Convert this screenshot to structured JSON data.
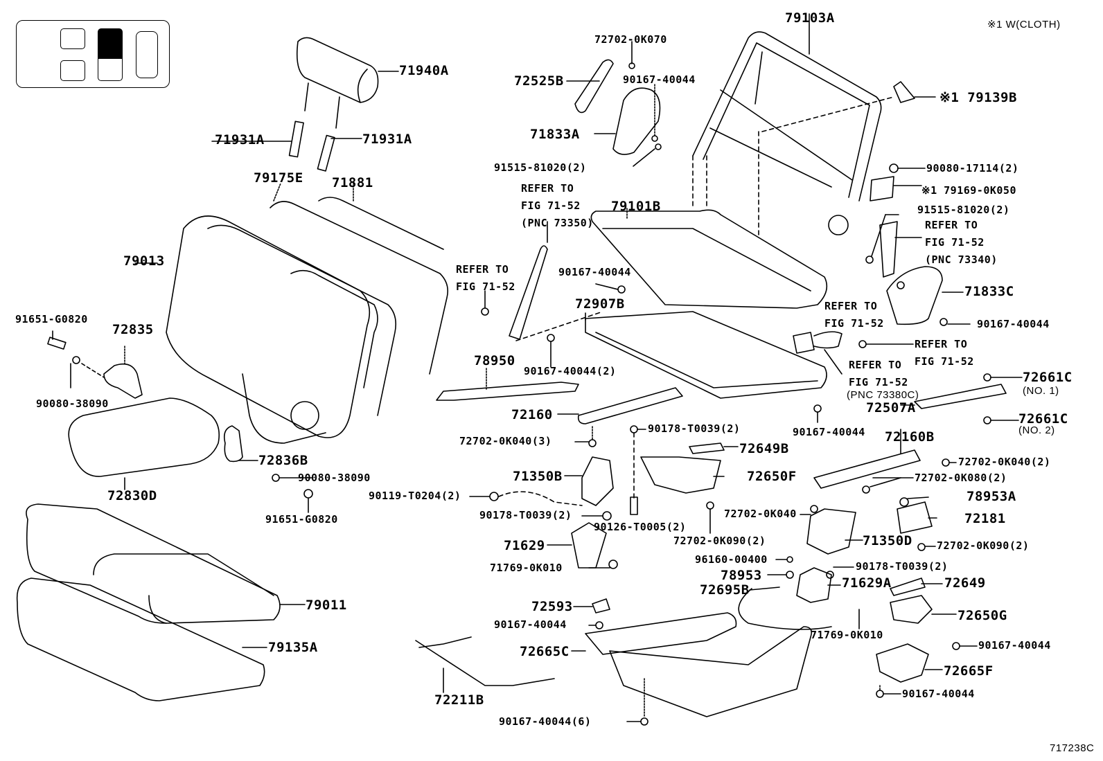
{
  "diagram": {
    "type": "exploded-parts-diagram",
    "subject": "Rear seat assembly (2nd row)",
    "figure_id": "717238C",
    "note": "※1 W(CLOTH)",
    "seat_position_legend": {
      "cells": [
        "front-left",
        "front-right",
        "center-upper (highlighted)",
        "center-lower",
        "rear-bench"
      ],
      "highlighted": "center-upper"
    },
    "labels": {
      "p71940A": "71940A",
      "p71931A_l": "71931A",
      "p71931A_r": "71931A",
      "p79175E": "79175E",
      "p71881": "71881",
      "p79013": "79013",
      "p91651_G0820_top": "91651-G0820",
      "p72835": "72835",
      "p90080_38090_left": "90080-38090",
      "p72830D": "72830D",
      "p72836B": "72836B",
      "p90080_38090_mid": "90080-38090",
      "p91651_G0820_mid": "91651-G0820",
      "p79011": "79011",
      "p79135A": "79135A",
      "p72702_0K070": "72702-0K070",
      "p72525B": "72525B",
      "p90167_40044_a": "90167-40044",
      "p71833A": "71833A",
      "p91515_81020_a": "91515-81020(2)",
      "p79103A": "79103A",
      "p79139B": "※1 79139B",
      "p90080_17114": "90080-17114(2)",
      "p79169_0K050": "※1 79169-0K050",
      "p91515_81020_b": "91515-81020(2)",
      "ref_pnc73340": "REFER TO\nFIG 71-52\n(PNC 73340)",
      "p71833C": "71833C",
      "p90167_40044_b": "90167-40044",
      "ref_plain_a": "REFER TO\nFIG 71-52",
      "ref_plain_b": "REFER TO\nFIG 71-52",
      "ref_pnc73380C_1": "REFER TO\nFIG 71-52",
      "ref_pnc73380C_2": "(PNC 73380C)",
      "ref_pnc73350": "REFER TO\nFIG 71-52\n(PNC 73350)",
      "p79101B": "79101B",
      "ref_plain_c": "REFER TO\nFIG 71-52",
      "p90167_40044_c": "90167-40044",
      "p72907B": "72907B",
      "p78950": "78950",
      "p90167_40044_2": "90167-40044(2)",
      "p72160": "72160",
      "p90167_40044_d": "90167-40044",
      "p72661C_1": "72661C",
      "p72661C_1_sub": "(NO. 1)",
      "p72507A": "72507A",
      "p72661C_2": "72661C",
      "p72661C_2_sub": "(NO. 2)",
      "p72702_0K040_3": "72702-0K040(3)",
      "p90178_T0039_a": "90178-T0039(2)",
      "p72649B": "72649B",
      "p72160B": "72160B",
      "p72702_0K040_2": "72702-0K040(2)",
      "p71350B": "71350B",
      "p72650F": "72650F",
      "p72702_0K080": "72702-0K080(2)",
      "p90119_T0204": "90119-T0204(2)",
      "p78953A": "78953A",
      "p90178_T0039_b": "90178-T0039(2)",
      "p90126_T0005": "90126-T0005(2)",
      "p72702_0K090_a": "72702-0K090(2)",
      "p72702_0K040": "72702-0K040",
      "p72181": "72181",
      "p71629": "71629",
      "p71350D": "71350D",
      "p72702_0K090_b": "72702-0K090(2)",
      "p71769_0K010_a": "71769-0K010",
      "p96160_00400": "96160-00400",
      "p90178_T0039_c": "90178-T0039(2)",
      "p78953": "78953",
      "p71629A": "71629A",
      "p72649": "72649",
      "p72695B": "72695B",
      "p72593": "72593",
      "p72650G": "72650G",
      "p90167_40044_e": "90167-40044",
      "p71769_0K010_b": "71769-0K010",
      "p72665C": "72665C",
      "p90167_40044_f": "90167-40044",
      "p72665F": "72665F",
      "p72211B": "72211B",
      "p90167_40044_g": "90167-40044",
      "p90167_40044_6": "90167-40044(6)"
    }
  }
}
